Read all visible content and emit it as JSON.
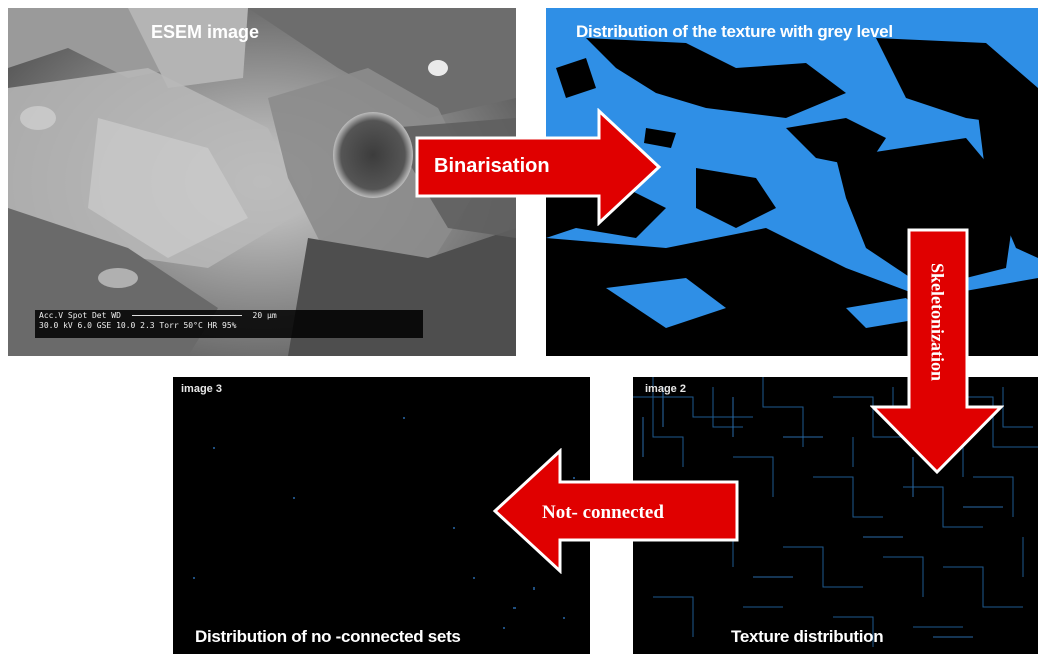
{
  "panels": {
    "esem": {
      "title": "ESEM image",
      "databar": {
        "line1": "Acc.V  Spot Det  WD",
        "scale": "20 µm",
        "line2": "30.0 kV 6.0  GSE 10.0  2.3 Torr 50°C HR 95%"
      }
    },
    "binary": {
      "title": "Distribution of the texture   with grey level",
      "color": "#2f8fe6"
    },
    "image2": {
      "label": "image 2",
      "caption": "Texture distribution"
    },
    "image3": {
      "label": "image 3",
      "caption": "Distribution of no -connected sets"
    }
  },
  "arrows": {
    "binarisation": {
      "label": "Binarisation",
      "color": "#e00000"
    },
    "skeletonization": {
      "label": "Skeletonization",
      "color": "#e00000"
    },
    "not_connected": {
      "label": "Not- connected",
      "color": "#e00000"
    }
  }
}
